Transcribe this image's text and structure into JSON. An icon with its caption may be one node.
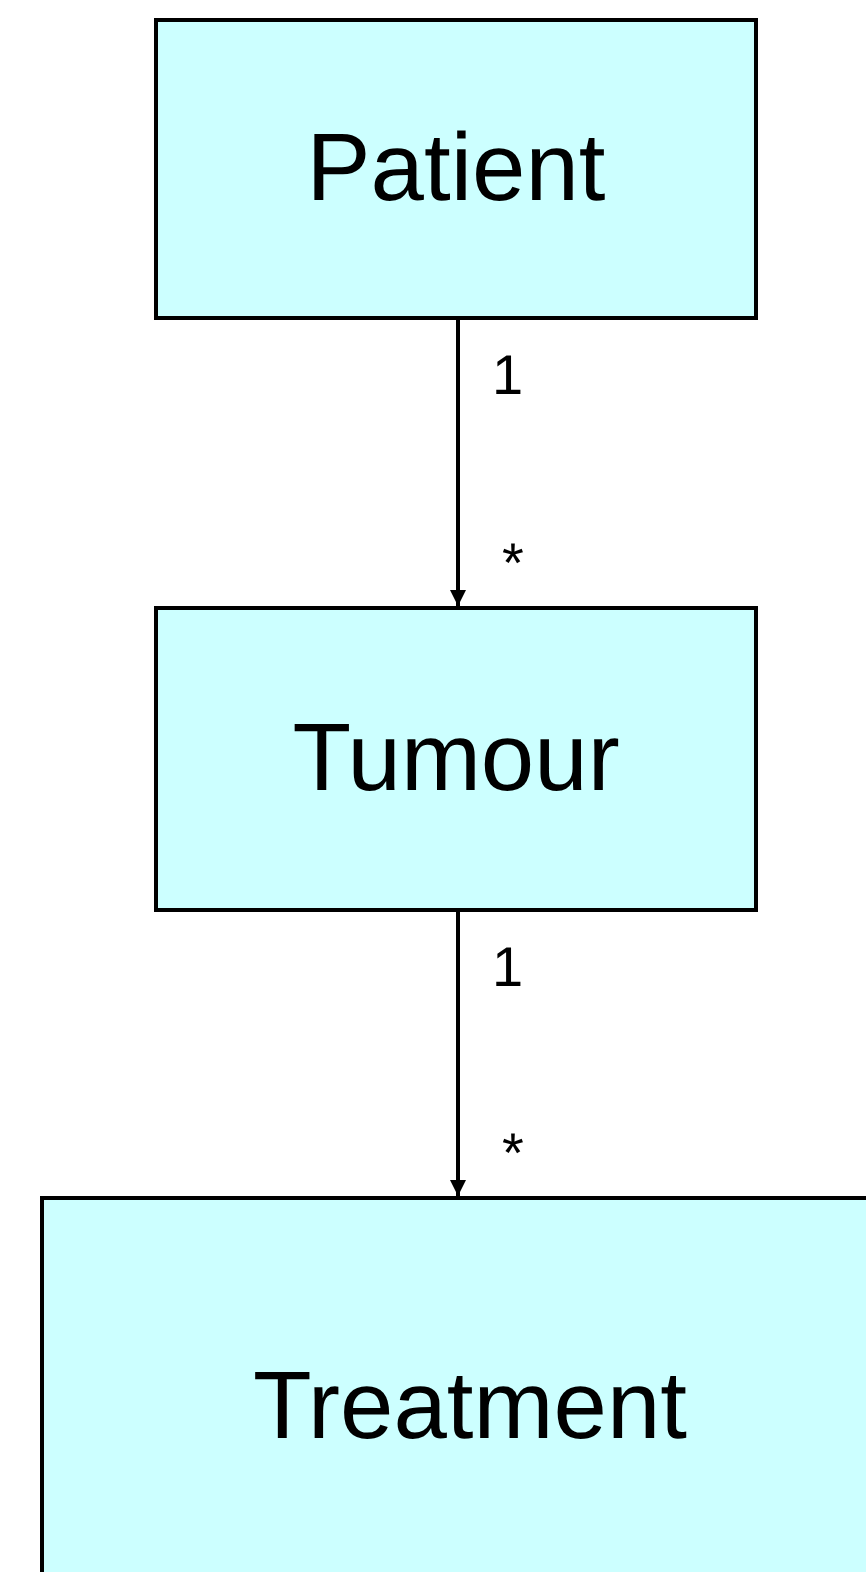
{
  "diagram": {
    "nodes": [
      {
        "text": [
          "Patient"
        ]
      },
      {
        "text": [
          "Tumour"
        ]
      },
      {
        "text": [
          "Treatment"
        ]
      }
    ],
    "edges": [
      {
        "from": 0,
        "to": 1,
        "arrow": "to"
      },
      {
        "from": 1,
        "to": 2,
        "arrow": "to"
      }
    ],
    "labels": [
      "1",
      "*",
      "1",
      "*"
    ]
  }
}
